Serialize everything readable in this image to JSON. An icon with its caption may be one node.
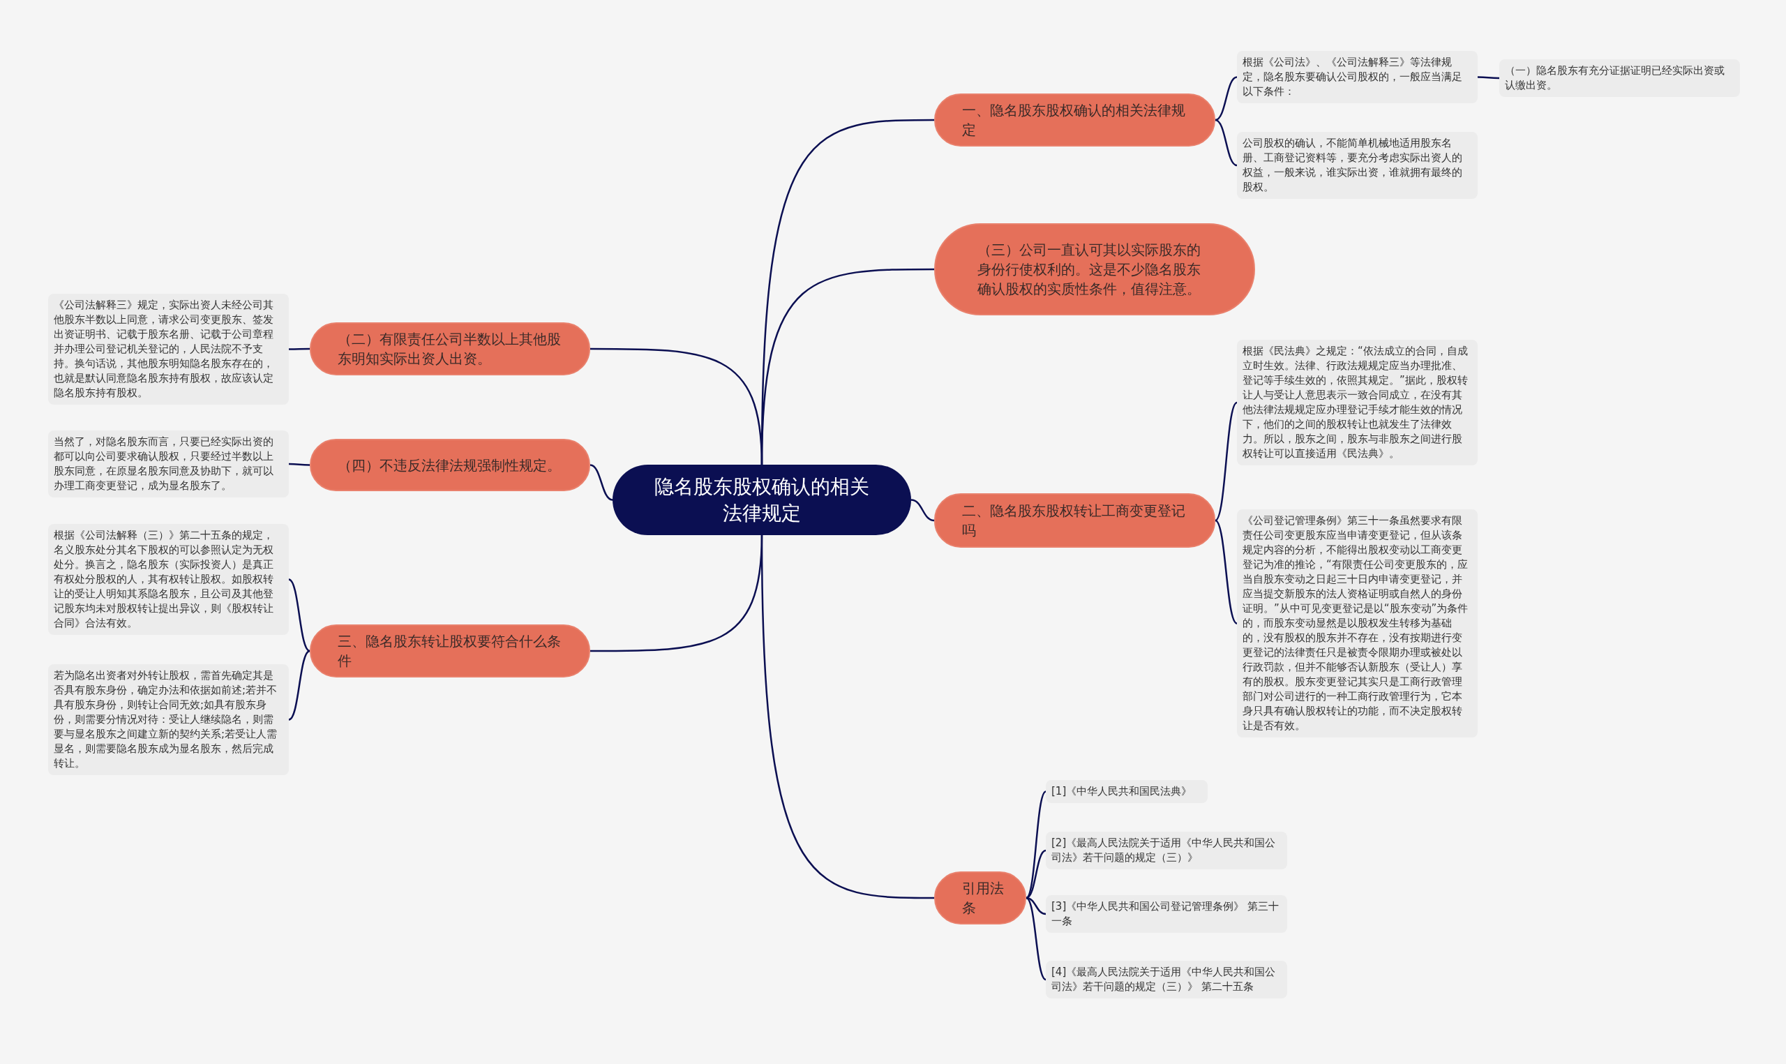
{
  "diagram": {
    "nodes": [
      {
        "text": [
          "隐名股东股权确认的相关法律规定"
        ]
      },
      {
        "text": [
          "一、隐名股东股权确认的相关法律规定"
        ]
      },
      {
        "text": [
          "根据《公司法》、《公司法解释三》等法律规定，隐名股东要确认公司股权的，一般应当满足以下条件："
        ]
      },
      {
        "text": [
          "（一）隐名股东有充分证据证明已经实际出资或认缴出资。"
        ]
      },
      {
        "text": [
          "公司股权的确认，不能简单机械地适用股东名册、工商登记资料等，要充分考虑实际出资人的权益，一般来说，谁实际出资，谁就拥有最终的股权。"
        ]
      },
      {
        "text": [
          "（三）公司一直认可其以实际股东的身份行使权利的。这是不少隐名股东确认股权的实质性条件，值得注意。"
        ]
      },
      {
        "text": [
          "二、隐名股东股权转让工商变更登记吗"
        ]
      },
      {
        "text": [
          "根据《民法典》之规定：“依法成立的合同，自成立时生效。法律、行政法规规定应当办理批准、登记等手续生效的，依照其规定。”据此，股权转让人与受让人意思表示一致合同成立，在没有其他法律法规规定应办理登记手续才能生效的情况下，他们的之间的股权转让也就发生了法律效力。所以，股东之间，股东与非股东之间进行股权转让可以直接适用《民法典》。"
        ]
      },
      {
        "text": [
          "《公司登记管理条例》第三十一条虽然要求有限责任公司变更股东应当申请变更登记，但从该条规定内容的分析，不能得出股权变动以工商变更登记为准的推论，“有限责任公司变更股东的，应当自股东变动之日起三十日内申请变更登记，并应当提交新股东的法人资格证明或自然人的身份证明。”从中可见变更登记是以“股东变动”为条件的，而股东变动显然是以股权发生转移为基础的，没有股权的股东并不存在，没有按期进行变更登记的法律责任只是被责令限期办理或被处以行政罚款，但并不能够否认新股东（受让人）享有的股权。股东变更登记其实只是工商行政管理部门对公司进行的一种工商行政管理行为，它本身只具有确认股权转让的功能，而不决定股权转让是否有效。"
        ]
      },
      {
        "text": [
          "引用法条"
        ]
      },
      {
        "text": [
          "[1]《中华人民共和国民法典》"
        ]
      },
      {
        "text": [
          "[2]《最高人民法院关于适用《中华人民共和国公司法》若干问题的规定（三）》"
        ]
      },
      {
        "text": [
          "[3]《中华人民共和国公司登记管理条例》 第三十一条"
        ]
      },
      {
        "text": [
          "[4]《最高人民法院关于适用《中华人民共和国公司法》若干问题的规定（三）》 第二十五条"
        ]
      },
      {
        "text": [
          "（二）有限责任公司半数以上其他股东明知实际出资人出资。"
        ]
      },
      {
        "text": [
          "《公司法解释三》规定，实际出资人未经公司其他股东半数以上同意，请求公司变更股东、签发出资证明书、记载于股东名册、记载于公司章程并办理公司登记机关登记的，人民法院不予支持。换句话说，其他股东明知隐名股东存在的，也就是默认同意隐名股东持有股权，故应该认定隐名股东持有股权。"
        ]
      },
      {
        "text": [
          "（四）不违反法律法规强制性规定。"
        ]
      },
      {
        "text": [
          "当然了，对隐名股东而言，只要已经实际出资的都可以向公司要求确认股权，只要经过半数以上股东同意，在原显名股东同意及协助下，就可以办理工商变更登记，成为显名股东了。"
        ]
      },
      {
        "text": [
          "三、隐名股东转让股权要符合什么条件"
        ]
      },
      {
        "text": [
          "根据《公司法解释（三）》第二十五条的规定，名义股东处分其名下股权的可以参照认定为无权处分。换言之，隐名股东（实际投资人）是真正有权处分股权的人，其有权转让股权。如股权转让的受让人明知其系隐名股东，且公司及其他登记股东均未对股权转让提出异议，则《股权转让合同》合法有效。"
        ]
      },
      {
        "text": [
          "若为隐名出资者对外转让股权，需首先确定其是否具有股东身份，确定办法和依据如前述;若并不具有股东身份，则转让合同无效;如具有股东身份，则需要分情况对待：受让人继续隐名，则需要与显名股东之间建立新的契约关系;若受让人需显名，则需要隐名股东成为显名股东，然后完成转让。"
        ]
      }
    ],
    "edges": [
      {
        "from": 0,
        "to": 1,
        "arrow": "none"
      },
      {
        "from": 1,
        "to": 2,
        "arrow": "none"
      },
      {
        "from": 2,
        "to": 3,
        "arrow": "none"
      },
      {
        "from": 1,
        "to": 4,
        "arrow": "none"
      },
      {
        "from": 0,
        "to": 5,
        "arrow": "none"
      },
      {
        "from": 0,
        "to": 6,
        "arrow": "none"
      },
      {
        "from": 6,
        "to": 7,
        "arrow": "none"
      },
      {
        "from": 6,
        "to": 8,
        "arrow": "none"
      },
      {
        "from": 0,
        "to": 9,
        "arrow": "none"
      },
      {
        "from": 9,
        "to": 10,
        "arrow": "none"
      },
      {
        "from": 9,
        "to": 11,
        "arrow": "none"
      },
      {
        "from": 9,
        "to": 12,
        "arrow": "none"
      },
      {
        "from": 9,
        "to": 13,
        "arrow": "none"
      },
      {
        "from": 0,
        "to": 14,
        "arrow": "none"
      },
      {
        "from": 14,
        "to": 15,
        "arrow": "none"
      },
      {
        "from": 0,
        "to": 16,
        "arrow": "none"
      },
      {
        "from": 16,
        "to": 17,
        "arrow": "none"
      },
      {
        "from": 0,
        "to": 18,
        "arrow": "none"
      },
      {
        "from": 18,
        "to": 19,
        "arrow": "none"
      },
      {
        "from": 18,
        "to": 20,
        "arrow": "none"
      }
    ]
  }
}
